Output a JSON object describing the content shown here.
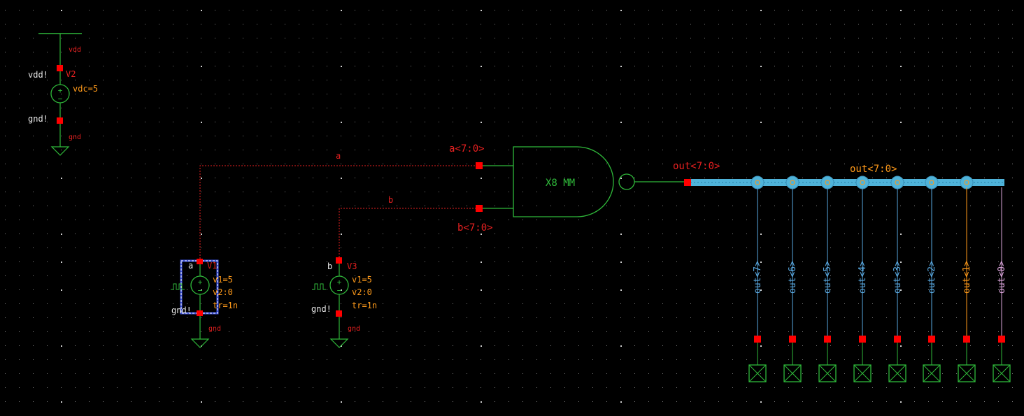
{
  "colors": {
    "background": "#000000",
    "grid_dot": "#9a9a9a",
    "wire_green": "#2fb83a",
    "label_red": "#e62020",
    "pin_red": "#ff0000",
    "prop_orange": "#ff9a1a",
    "bus_blue": "#4fb3d9",
    "net_blue": "#59a8e0",
    "net_orange": "#ff9a1a",
    "net_pink": "#d9a3d9",
    "select_white": "#ffffff",
    "select_blue": "#3a4fd9"
  },
  "power": {
    "vdd_label": "vdd",
    "vdd_pin": "vdd!",
    "gnd_pin": "gnd!",
    "gnd_label": "gnd",
    "source_name": "V2",
    "source_prop": "vdc=5"
  },
  "src_a": {
    "pin_label": "a",
    "name": "V1",
    "props": [
      "v1=5",
      "v2:0",
      "tr=1n"
    ],
    "gnd_pin": "gnd!",
    "gnd_label": "gnd"
  },
  "src_b": {
    "pin_label": "b",
    "name": "V3",
    "props": [
      "v1=5",
      "v2:0",
      "tr=1n"
    ],
    "gnd_pin": "gnd!",
    "gnd_label": "gnd"
  },
  "nets": {
    "a": "a",
    "b": "b"
  },
  "gate": {
    "label": "X8 MM",
    "in_a": "a<7:0>",
    "in_b": "b<7:0>",
    "out": "out<7:0>"
  },
  "bus": {
    "label": "out<7:0>",
    "taps": [
      "out<7>",
      "out<6>",
      "out<5>",
      "out<4>",
      "out<3>",
      "out<2>",
      "out<1>",
      "out<0>"
    ]
  }
}
